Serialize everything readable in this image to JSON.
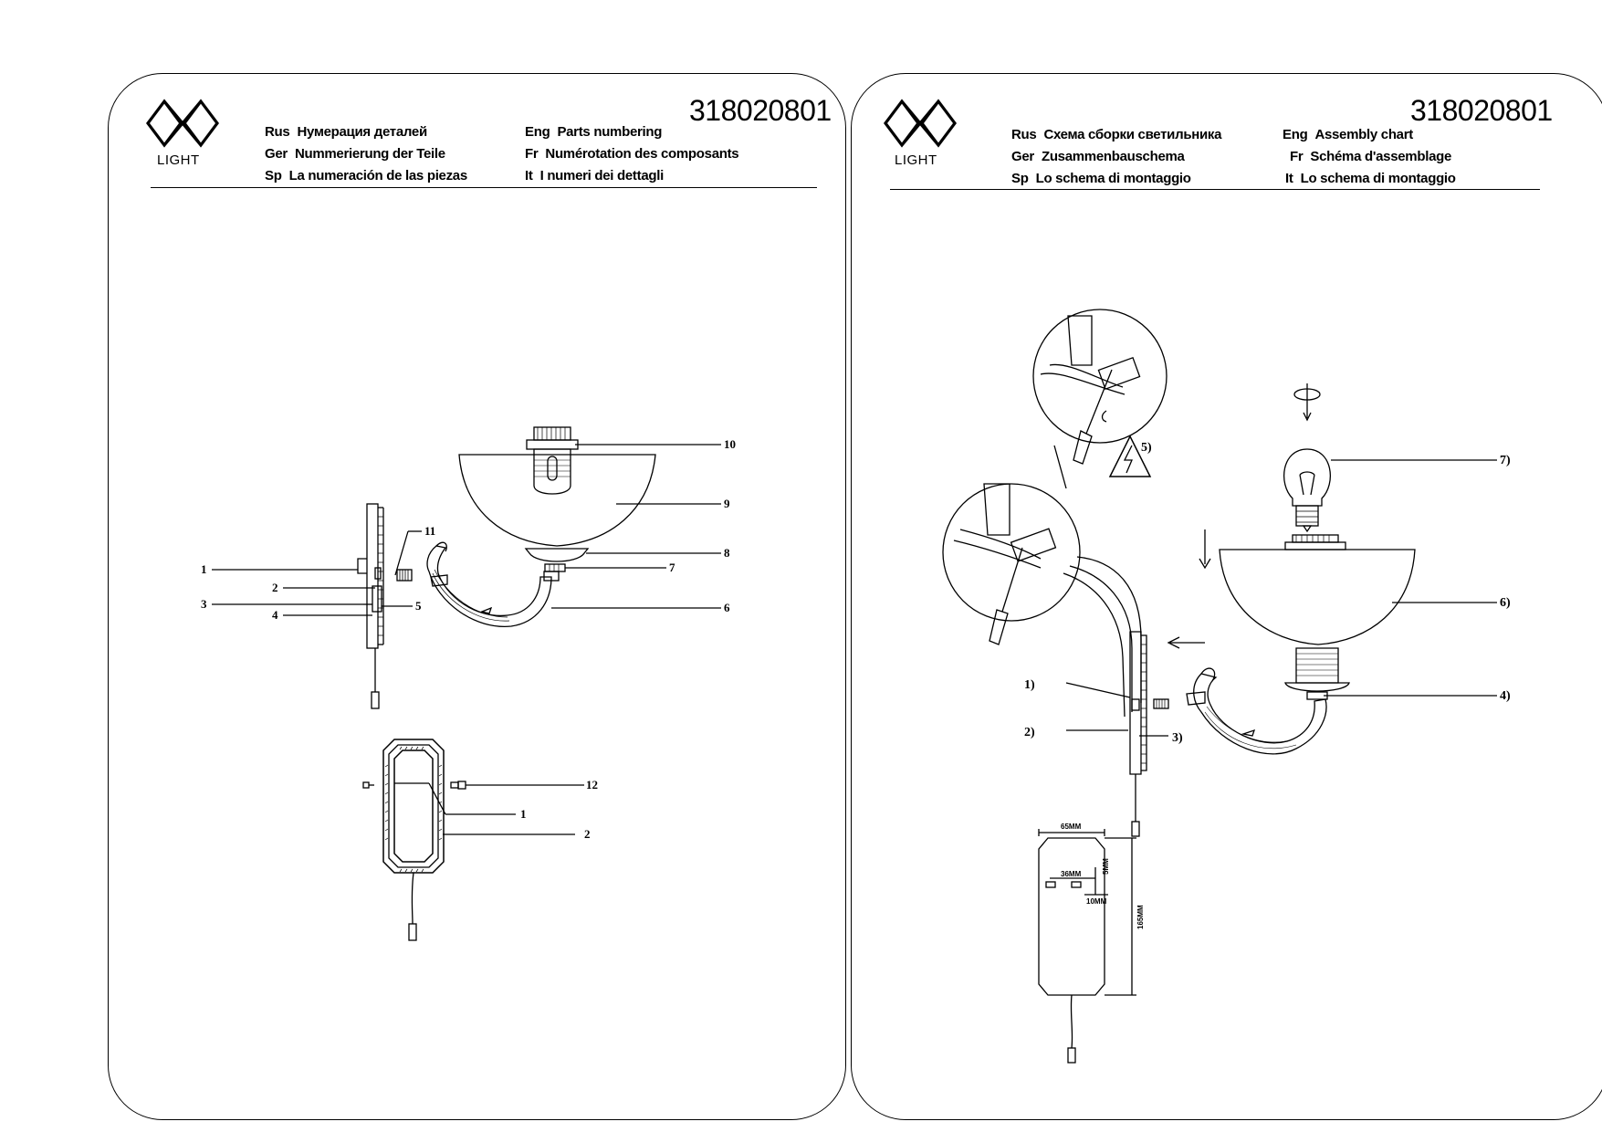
{
  "logo": {
    "text": "LIGHT"
  },
  "left_page": {
    "model": "318020801",
    "headers": [
      {
        "lang": "Rus",
        "text": "Нумерация деталей"
      },
      {
        "lang": "Ger",
        "text": "Nummerierung der Teile"
      },
      {
        "lang": "Sp",
        "text": "La numeración de las piezas"
      },
      {
        "lang": "Eng",
        "text": "Parts numbering"
      },
      {
        "lang": "Fr",
        "text": "Numérotation des composants"
      },
      {
        "lang": "It",
        "text": "I numeri dei dettagli"
      }
    ],
    "callouts": [
      "1",
      "2",
      "3",
      "4",
      "5",
      "6",
      "7",
      "8",
      "9",
      "10",
      "11",
      "12",
      "1",
      "2"
    ]
  },
  "right_page": {
    "model": "318020801",
    "headers": [
      {
        "lang": "Rus",
        "text": "Схема сборки светильника"
      },
      {
        "lang": "Ger",
        "text": "Zusammenbauschema"
      },
      {
        "lang": "Sp",
        "text": "Lo schema di montaggio"
      },
      {
        "lang": "Eng",
        "text": "Assembly chart"
      },
      {
        "lang": "Fr",
        "text": "Schéma d'assemblage"
      },
      {
        "lang": "It",
        "text": "Lo schema di montaggio"
      }
    ],
    "steps": [
      "1)",
      "2)",
      "3)",
      "4)",
      "5)",
      "6)",
      "7)"
    ],
    "dimensions": [
      "65MM",
      "36MM",
      "5MM",
      "10MM",
      "165MM"
    ]
  }
}
